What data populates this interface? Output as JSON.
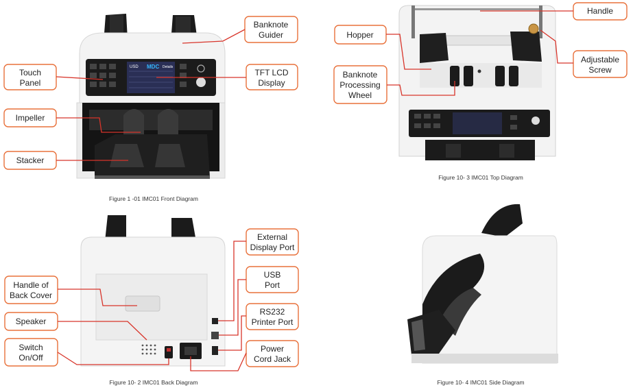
{
  "colors": {
    "accent": "#e8703a",
    "leader": "#d8342a",
    "machine_body": "#f1f1f1",
    "machine_dark": "#1b1b1b",
    "screen": "#2a2f55"
  },
  "figures": {
    "front": {
      "caption": "Figure 1 -01 IMC01 Front Diagram",
      "screen_brand": "MDC",
      "screen_currency": "USD",
      "screen_tab": "Details",
      "callouts": {
        "touch_panel": [
          "Touch",
          "Panel"
        ],
        "banknote_guider": [
          "Banknote",
          "Guider"
        ],
        "tft_lcd_display": [
          "TFT LCD",
          "Display"
        ],
        "impeller": [
          "Impeller"
        ],
        "stacker": [
          "Stacker"
        ]
      }
    },
    "top": {
      "caption": "Figure 10- 3 IMC01 Top Diagram",
      "callouts": {
        "handle": [
          "Handle"
        ],
        "hopper": [
          "Hopper"
        ],
        "adjustable_screw": [
          "Adjustable",
          "Screw"
        ],
        "banknote_processing_wheel": [
          "Banknote",
          "Processing",
          "Wheel"
        ]
      }
    },
    "back": {
      "caption": "Figure 10- 2 IMC01 Back Diagram",
      "callouts": {
        "external_display_port": [
          "External",
          "Display Port"
        ],
        "usb_port": [
          "USB",
          "Port"
        ],
        "rs232_printer_port": [
          "RS232",
          "Printer Port"
        ],
        "handle_of_back_cover": [
          "Handle of",
          "Back Cover"
        ],
        "speaker": [
          "Speaker"
        ],
        "switch_on_off": [
          "Switch",
          "On/Off"
        ],
        "power_cord_jack": [
          "Power",
          "Cord Jack"
        ]
      }
    },
    "side": {
      "caption": "Figure 10- 4 IMC01 Side Diagram"
    }
  }
}
